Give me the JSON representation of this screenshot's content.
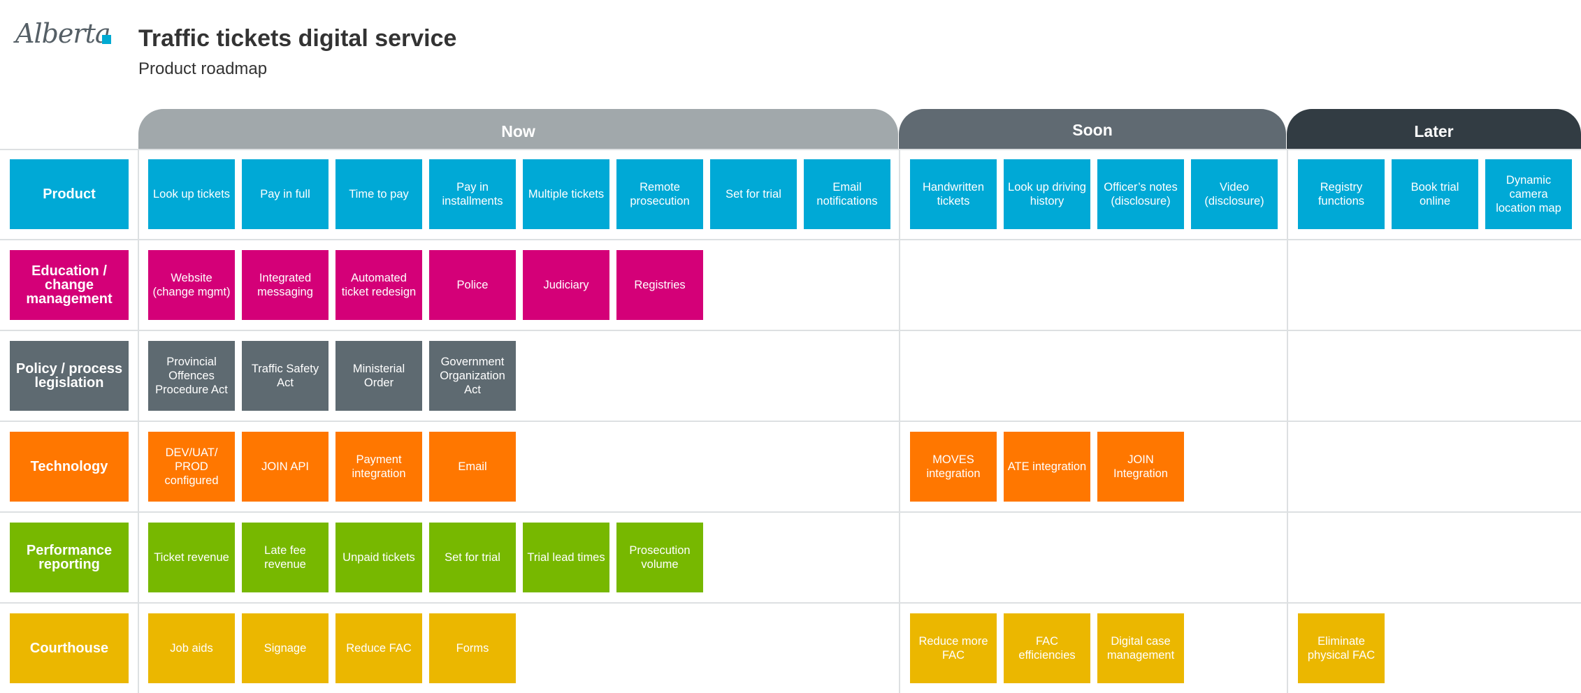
{
  "header": {
    "logo_text": "Alberta",
    "title": "Traffic tickets digital service",
    "subtitle": "Product roadmap"
  },
  "phases": [
    "Now",
    "Soon",
    "Later"
  ],
  "colors": {
    "product": "#00a9d6",
    "education": "#d40078",
    "policy": "#5e6a71",
    "technology": "#ff7700",
    "performance": "#77b800",
    "courthouse": "#ebb700",
    "now": "#a1a8ab",
    "soon": "#606a72",
    "later": "#323c43"
  },
  "rows": [
    {
      "label": "Product",
      "now": [
        "Look up tickets",
        "Pay in full",
        "Time to pay",
        "Pay in installments",
        "Multiple tickets",
        "Remote prosecution",
        "Set for trial",
        "Email notifications"
      ],
      "soon": [
        "Handwritten tickets",
        "Look up driving history",
        "Officer’s notes (disclosure)",
        "Video (disclosure)"
      ],
      "later": [
        "Registry functions",
        "Book trial online",
        "Dynamic camera location map"
      ]
    },
    {
      "label": "Education / change management",
      "now": [
        "Website (change mgmt)",
        "Integrated messaging",
        "Automated ticket redesign",
        "Police",
        "Judiciary",
        "Registries"
      ],
      "soon": [],
      "later": []
    },
    {
      "label": "Policy / process legislation",
      "now": [
        "Provincial Offences Procedure Act",
        "Traffic Safety Act",
        "Ministerial Order",
        "Government Organization Act"
      ],
      "soon": [],
      "later": []
    },
    {
      "label": "Technology",
      "now": [
        "DEV/UAT/ PROD configured",
        "JOIN API",
        "Payment integration",
        "Email"
      ],
      "soon": [
        "MOVES integration",
        "ATE integration",
        "JOIN Integration"
      ],
      "later": []
    },
    {
      "label": "Performance reporting",
      "now": [
        "Ticket revenue",
        "Late fee revenue",
        "Unpaid tickets",
        "Set for trial",
        "Trial lead times",
        "Prosecution volume"
      ],
      "soon": [],
      "later": []
    },
    {
      "label": "Courthouse",
      "now": [
        "Job aids",
        "Signage",
        "Reduce FAC",
        "Forms"
      ],
      "soon": [
        "Reduce more FAC",
        "FAC efficiencies",
        "Digital case management"
      ],
      "later": [
        "Eliminate physical FAC"
      ]
    }
  ]
}
